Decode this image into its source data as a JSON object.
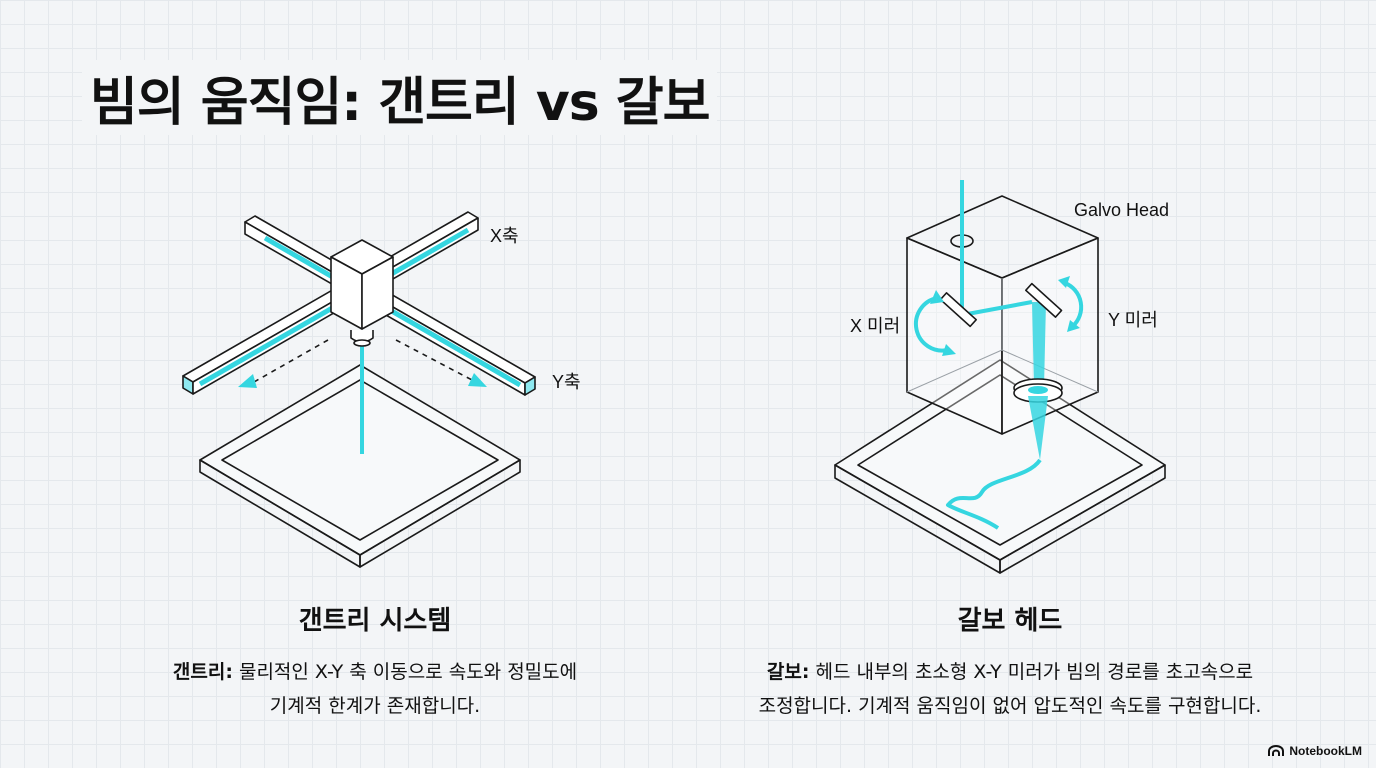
{
  "title": "빔의 움직임: 갠트리 vs 갈보",
  "gantry": {
    "label_x_axis": "X축",
    "label_y_axis": "Y축",
    "heading": "갠트리 시스템",
    "desc_bold": "갠트리:",
    "desc_line1": " 물리적인 X-Y 축 이동으로 속도와 정밀도에",
    "desc_line2": "기계적 한계가 존재합니다."
  },
  "galvo": {
    "label_head": "Galvo Head",
    "label_x_mirror": "X 미러",
    "label_y_mirror": "Y 미러",
    "heading": "갈보 헤드",
    "desc_bold": "갈보:",
    "desc_line1": " 헤드 내부의 초소형 X-Y 미러가 빔의 경로를 초고속으로",
    "desc_line2": "조정합니다. 기계적 움직임이 없어 압도적인 속도를 구현합니다."
  },
  "brand": {
    "name": "NotebookLM",
    "icon": "notebooklm-logo-icon"
  },
  "colors": {
    "beam": "#35d6e0",
    "ink": "#1a1a1a",
    "background": "#f3f5f7"
  }
}
